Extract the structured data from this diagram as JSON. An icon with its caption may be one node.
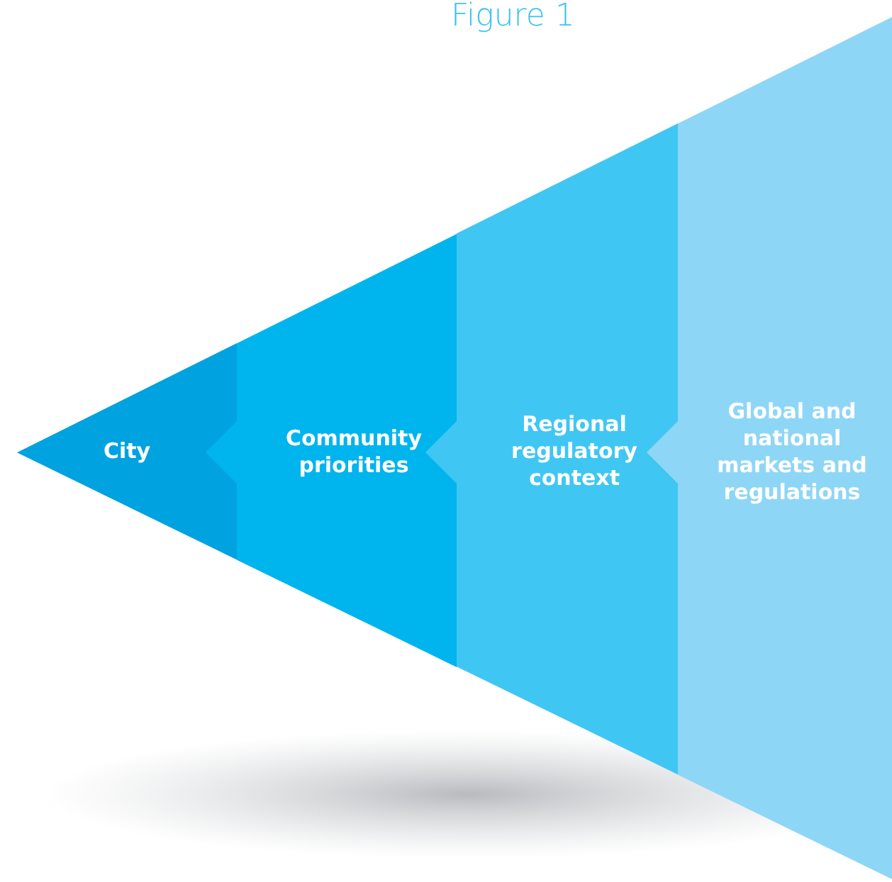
{
  "diagram": {
    "title": "Figure 1",
    "nodes": [
      {
        "text": [
          "City"
        ]
      },
      {
        "text": [
          "Community priorities"
        ]
      },
      {
        "text": [
          "Regional regulatory context"
        ]
      },
      {
        "text": [
          "Global and national markets and regulations"
        ]
      }
    ],
    "edges": [
      {
        "from": 3,
        "to": 2,
        "arrow": "to"
      },
      {
        "from": 2,
        "to": 1,
        "arrow": "to"
      },
      {
        "from": 1,
        "to": 0,
        "arrow": "to"
      }
    ]
  }
}
